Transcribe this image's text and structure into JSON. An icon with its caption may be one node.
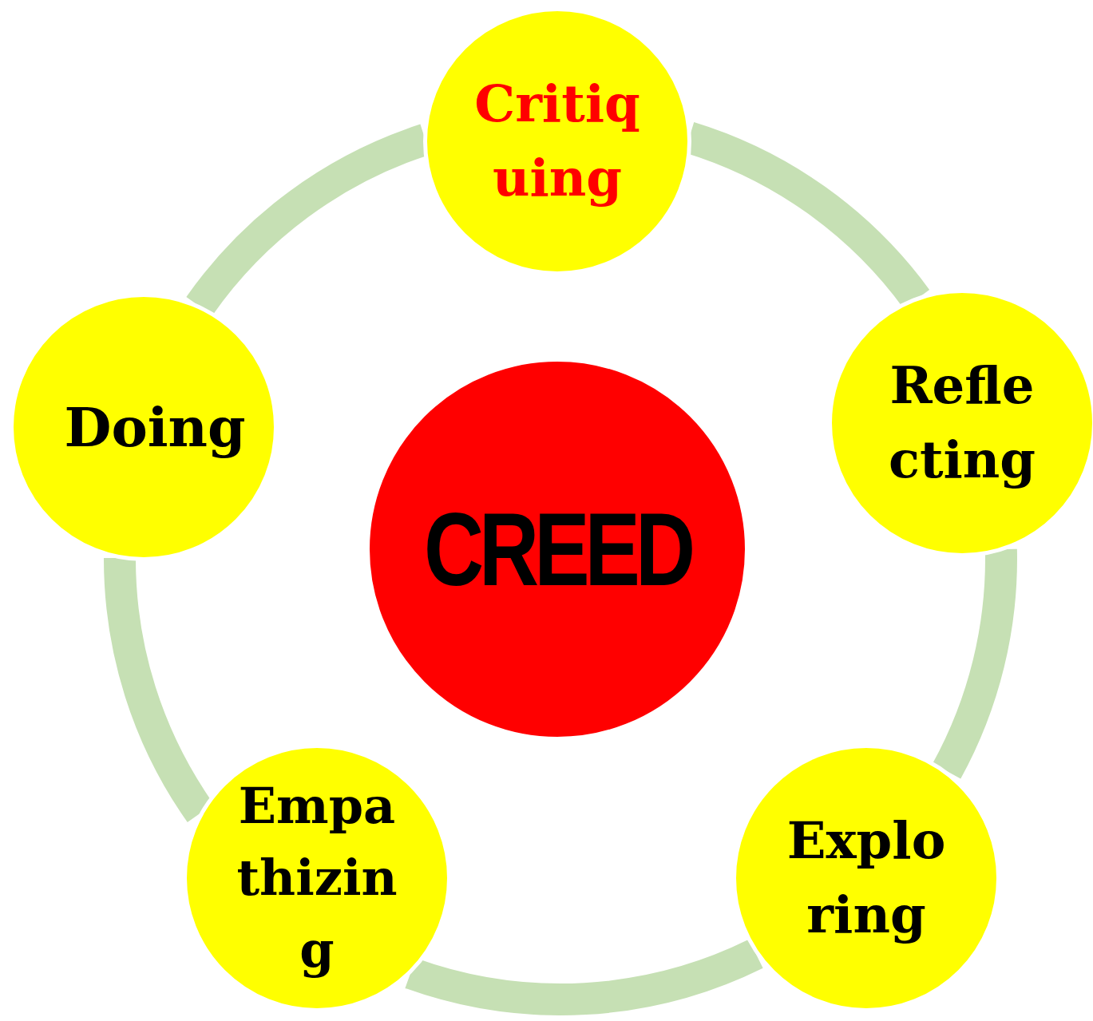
{
  "diagram": {
    "nodes": [
      {
        "text": [
          "Critiquing"
        ]
      },
      {
        "text": [
          "Doing"
        ]
      },
      {
        "text": [
          "Reflecting"
        ]
      },
      {
        "text": [
          "CREED"
        ]
      },
      {
        "text": [
          "Empathizing"
        ]
      },
      {
        "text": [
          "Exploring"
        ]
      }
    ],
    "edges": [
      {
        "from": 0,
        "to": 2,
        "arrow": "none",
        "color": "#c6e0b4"
      },
      {
        "from": 2,
        "to": 5,
        "arrow": "none",
        "color": "#c6e0b4"
      },
      {
        "from": 5,
        "to": 4,
        "arrow": "none",
        "color": "#c6e0b4"
      },
      {
        "from": 4,
        "to": 1,
        "arrow": "none",
        "color": "#c6e0b4"
      },
      {
        "from": 1,
        "to": 0,
        "arrow": "none",
        "color": "#c6e0b4"
      }
    ]
  }
}
